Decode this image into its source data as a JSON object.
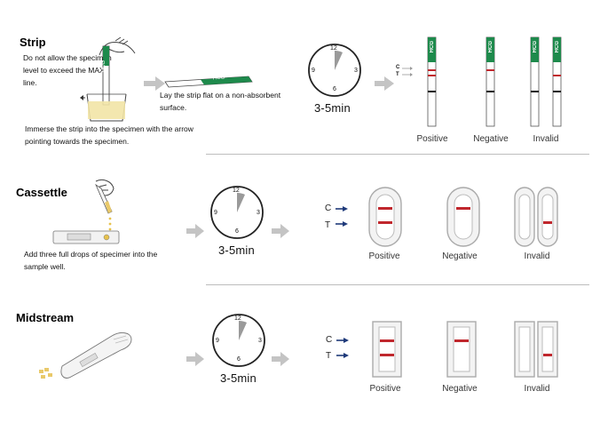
{
  "strip": {
    "title": "Strip",
    "note_max": "Do not allow the specimen level to exceed the MAX line.",
    "note_immerse": "Immerse the strip into the specimen with the arrow pointing towards the specimen.",
    "note_lay": "Lay the strip flat on a non-absorbent surface.",
    "brand": "HCG",
    "time": "3-5min",
    "c_label": "C",
    "t_label": "T",
    "results": [
      "Positive",
      "Negative",
      "Invalid"
    ]
  },
  "cassette": {
    "title": "Cassettle",
    "note": "Add three full drops of specimer into the sample well.",
    "time": "3-5min",
    "c_label": "C",
    "t_label": "T",
    "results": [
      "Positive",
      "Negative",
      "Invalid"
    ]
  },
  "midstream": {
    "title": "Midstream",
    "time": "3-5min",
    "c_label": "C",
    "t_label": "T",
    "results": [
      "Positive",
      "Negative",
      "Invalid"
    ]
  },
  "clock": {
    "n12": "12",
    "n3": "3",
    "n6": "6",
    "n9": "9"
  },
  "colors": {
    "band": "#c0272d",
    "brand_green": "#1e8a4c",
    "arrow": "#c4c4c4",
    "ct_arrow": "#1f3a7a"
  }
}
